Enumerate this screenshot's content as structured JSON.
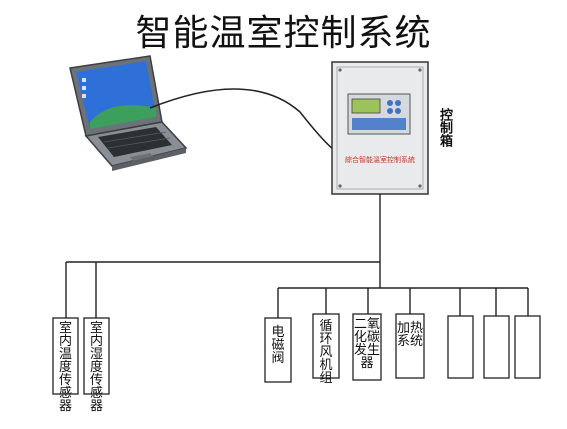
{
  "title": "智能温室控制系统",
  "control_box": {
    "label": "控制箱",
    "panel_text": "綜合智能溫室控制系統"
  },
  "sensors": [
    {
      "id": "indoor-temperature-sensor",
      "lines": [
        "室内",
        "温度",
        "传感",
        "器"
      ]
    },
    {
      "id": "indoor-humidity-sensor",
      "lines": [
        "室内",
        "湿度",
        "传感",
        "器"
      ]
    }
  ],
  "actuators": [
    {
      "id": "solenoid-valve",
      "lines": [
        "电磁",
        "阀"
      ]
    },
    {
      "id": "circulation-fan",
      "lines": [
        "循环",
        "风机",
        "组"
      ]
    },
    {
      "id": "co2-generator",
      "lines": [
        "二氧",
        "化碳",
        "发生",
        "器"
      ]
    },
    {
      "id": "heating-system",
      "lines": [
        "加热",
        "系统"
      ]
    },
    {
      "id": "blank-1",
      "lines": []
    },
    {
      "id": "blank-2",
      "lines": []
    },
    {
      "id": "blank-3",
      "lines": []
    }
  ],
  "colors": {
    "line": "#222222",
    "laptop_screen": "#2f6fd8",
    "laptop_body": "#8a8f96",
    "box_face": "#e9eaeb",
    "lcd": "#9cc35a",
    "button_blue": "#3d72c9"
  },
  "icons": {
    "laptop": "laptop-icon",
    "control_box": "control-cabinet-icon"
  }
}
